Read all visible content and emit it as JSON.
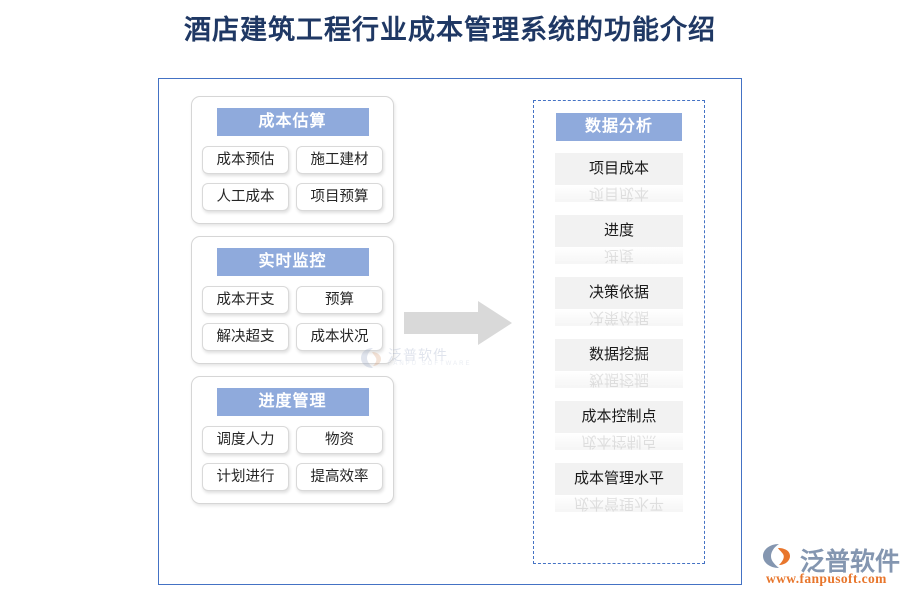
{
  "page": {
    "title": "酒店建筑工程行业成本管理系统的功能介绍"
  },
  "diagram": {
    "left_groups": [
      {
        "header": "成本估算",
        "items": [
          "成本预估",
          "施工建材",
          "人工成本",
          "项目预算"
        ]
      },
      {
        "header": "实时监控",
        "items": [
          "成本开支",
          "预算",
          "解决超支",
          "成本状况"
        ]
      },
      {
        "header": "进度管理",
        "items": [
          "调度人力",
          "物资",
          "计划进行",
          "提高效率"
        ]
      }
    ],
    "arrow": {
      "name": "right-arrow",
      "color": "#d9d9d9"
    },
    "right_panel": {
      "header": "数据分析",
      "items": [
        "项目成本",
        "进度",
        "决策依据",
        "数据挖掘",
        "成本控制点",
        "成本管理水平"
      ]
    }
  },
  "watermark": {
    "text": "泛普软件",
    "subtext": "FANPU SOFTWARE"
  },
  "logo": {
    "name": "泛普软件",
    "url": "www.fanpusoft.com"
  },
  "colors": {
    "title": "#1F3864",
    "frame_border": "#4472C4",
    "header_fill": "#8FAADC",
    "item_fill": "#F2F2F2",
    "arrow": "#D9D9D9",
    "logo_text": "#8496B0",
    "logo_url": "#E8762C"
  }
}
